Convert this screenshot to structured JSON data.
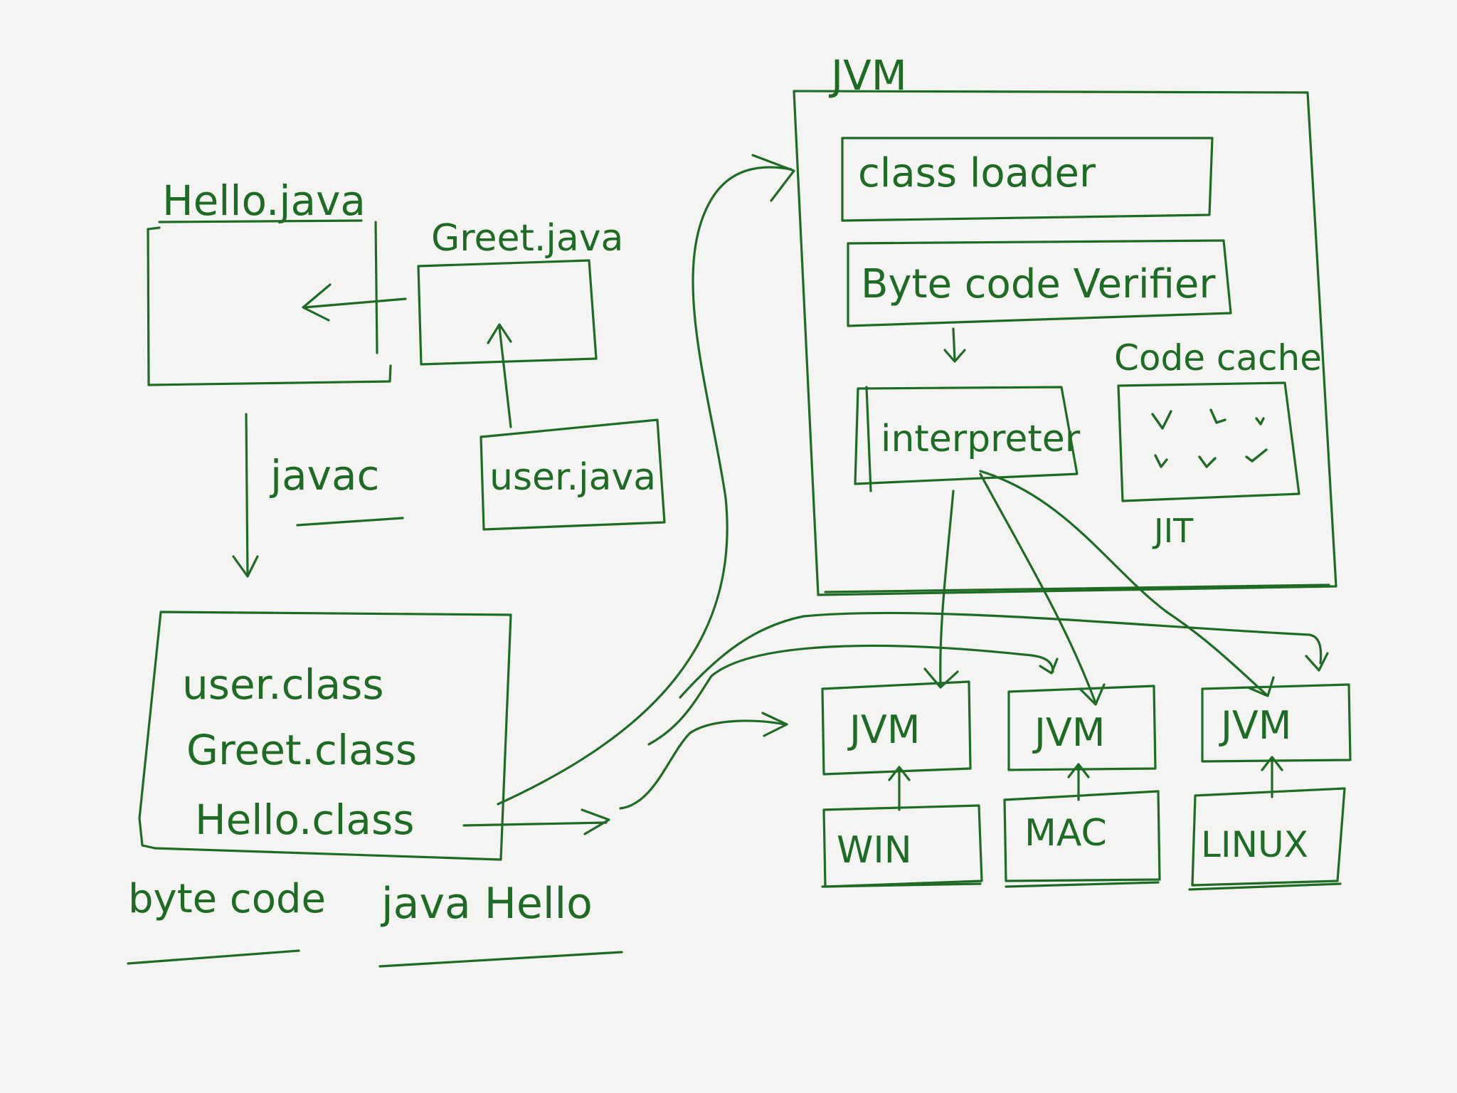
{
  "colors": {
    "ink": "#1f6b25",
    "background": "#f4f4f2"
  },
  "source": {
    "hello_java": "Hello.java",
    "greet_java": "Greet.java",
    "user_java": "user.java",
    "compiler": "javac"
  },
  "bytecode": {
    "files": [
      "user.class",
      "Greet.class",
      "Hello.class"
    ],
    "label": "byte code",
    "run_command": "java Hello"
  },
  "jvm": {
    "title": "JVM",
    "class_loader": "class loader",
    "verifier": "Byte code Verifier",
    "interpreter": "interpreter",
    "code_cache": "Code cache",
    "jit": "JIT"
  },
  "platforms": [
    {
      "jvm": "JVM",
      "os": "WIN"
    },
    {
      "jvm": "JVM",
      "os": "MAC"
    },
    {
      "jvm": "JVM",
      "os": "LINUX"
    }
  ]
}
